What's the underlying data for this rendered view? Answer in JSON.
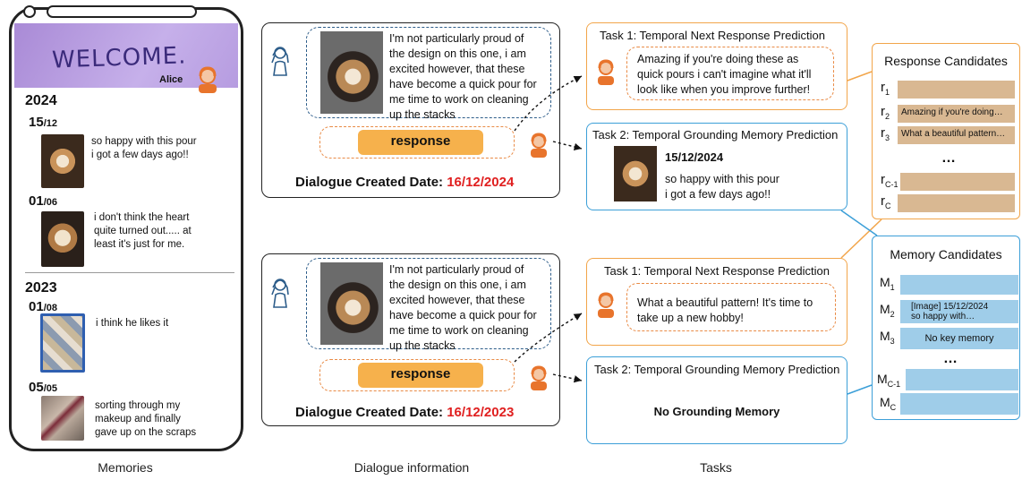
{
  "memories": {
    "user_name": "Alice",
    "welcome": "WELCOME.",
    "sections": [
      {
        "year": "2024",
        "entries": [
          {
            "day": "15",
            "month": "/12",
            "text": [
              "so happy with this pour",
              "i got a few days ago!!"
            ]
          },
          {
            "day": "01",
            "month": "/06",
            "text": [
              "i don't think the heart",
              "quite turned out..... at",
              "least it's just for me."
            ]
          }
        ]
      },
      {
        "year": "2023",
        "entries": [
          {
            "day": "01",
            "month": "/08",
            "text": [
              "i think he likes it"
            ]
          },
          {
            "day": "05",
            "month": "/05",
            "text": [
              "sorting through my",
              "makeup and finally",
              "gave up on the scraps"
            ]
          }
        ]
      }
    ],
    "caption": "Memories"
  },
  "dialogues": [
    {
      "message": [
        "I'm not particularly proud of",
        "the design on this one, i am",
        "excited however, that these",
        "have become a quick pour for",
        "me time to work on cleaning",
        "up the stacks"
      ],
      "response_label": "response",
      "created_label": "Dialogue Created Date: ",
      "created_date": "16/12/2024"
    },
    {
      "message": [
        "I'm not particularly proud of",
        "the design on this one, i am",
        "excited however, that these",
        "have become a quick pour for",
        "me time to work on cleaning",
        "up the stacks"
      ],
      "response_label": "response",
      "created_label": "Dialogue Created Date: ",
      "created_date": "16/12/2023"
    }
  ],
  "dialogue_caption": "Dialogue information",
  "tasks": {
    "top": {
      "task1_title": "Task 1: Temporal Next Response Prediction",
      "task1_response": [
        "Amazing if you're doing these as",
        "quick pours i can't imagine what it'll",
        "look like when you improve further!"
      ],
      "task2_title": "Task 2: Temporal Grounding Memory Prediction",
      "task2_date": "15/12/2024",
      "task2_text": [
        "so happy with this pour",
        "i got a few days ago!!"
      ]
    },
    "bottom": {
      "task1_title": "Task 1: Temporal Next Response Prediction",
      "task1_response": [
        "What a beautiful pattern! It's time to",
        "take up a new hobby!"
      ],
      "task2_title": "Task 2: Temporal Grounding Memory Prediction",
      "task2_text": "No Grounding Memory"
    },
    "caption": "Tasks"
  },
  "response_candidates": {
    "title": "Response Candidates",
    "items": [
      {
        "label": "r",
        "sub": "1",
        "text": ""
      },
      {
        "label": "r",
        "sub": "2",
        "text": "Amazing if you're doing…"
      },
      {
        "label": "r",
        "sub": "3",
        "text": "What a beautiful pattern…"
      },
      {
        "label": "r",
        "sub": "C-1",
        "text": ""
      },
      {
        "label": "r",
        "sub": "C",
        "text": ""
      }
    ],
    "ellipsis": "…"
  },
  "memory_candidates": {
    "title": "Memory Candidates",
    "items": [
      {
        "label": "M",
        "sub": "1",
        "text": ""
      },
      {
        "label": "M",
        "sub": "2",
        "text": [
          "[Image] 15/12/2024",
          "so happy with…"
        ]
      },
      {
        "label": "M",
        "sub": "3",
        "text": "No key memory"
      },
      {
        "label": "M",
        "sub": "C-1",
        "text": ""
      },
      {
        "label": "M",
        "sub": "C",
        "text": ""
      }
    ],
    "ellipsis": "…"
  },
  "colors": {
    "orange": "#f2a54a",
    "blue": "#3c9fd8",
    "red": "#e02020",
    "tan": "#d9b892",
    "lightblue": "#9fcde9"
  }
}
